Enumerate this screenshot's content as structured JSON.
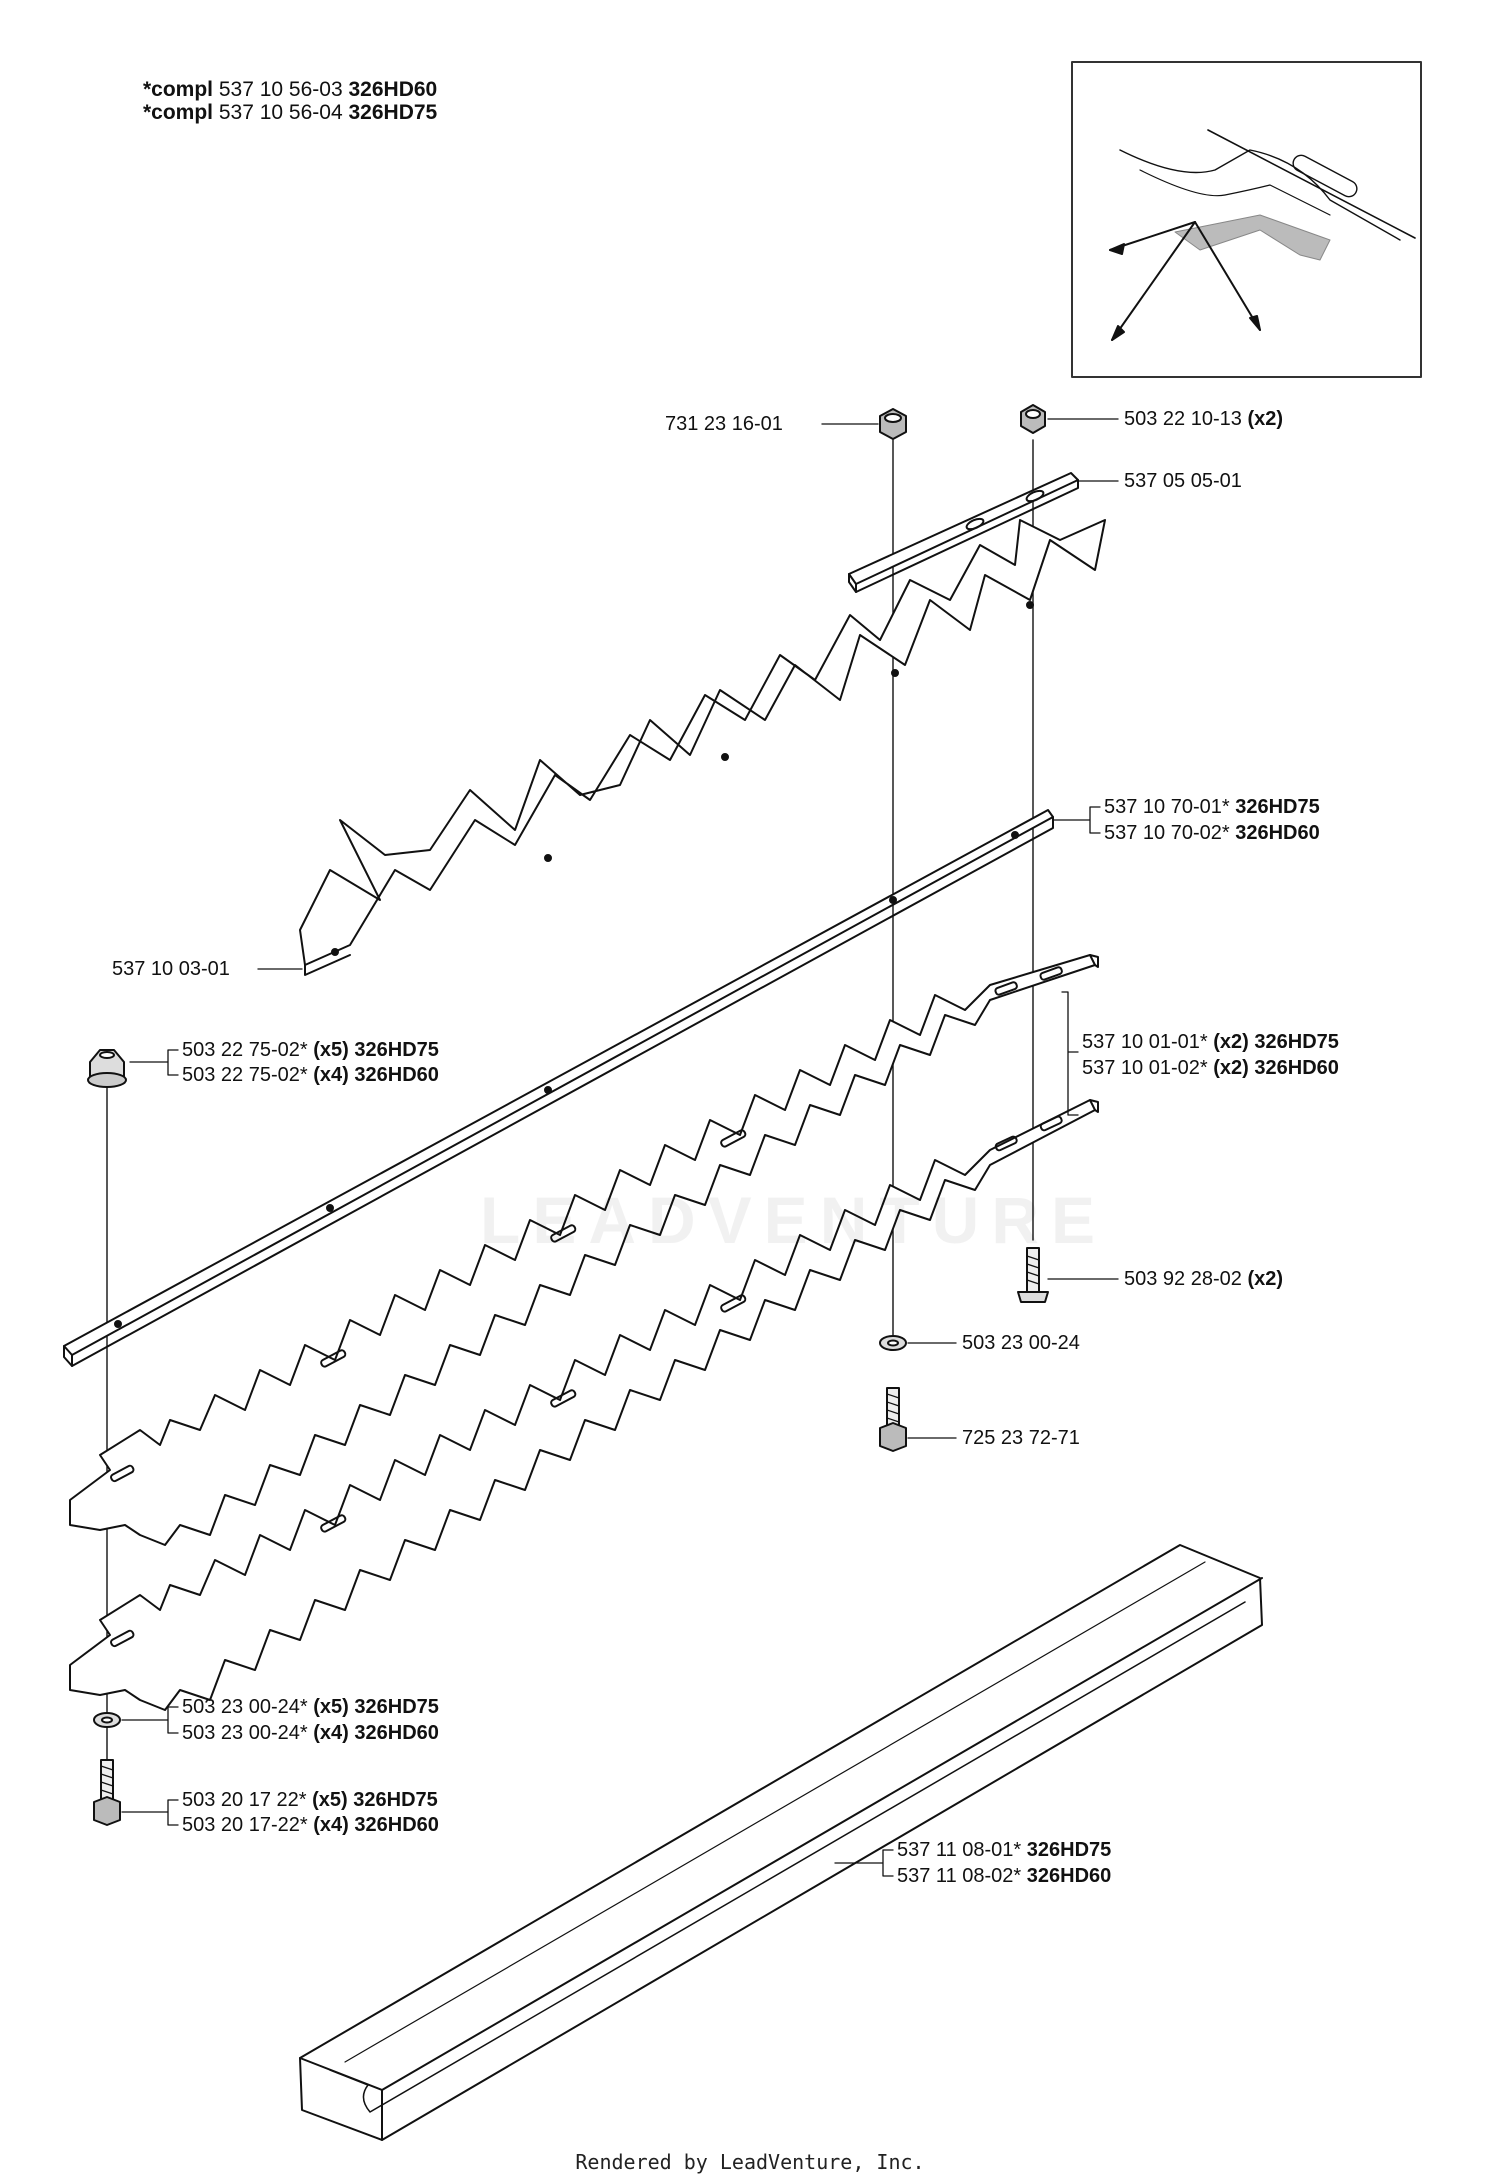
{
  "header": {
    "lines": [
      {
        "prefix": "*compl",
        "part": "537 10 56-03",
        "model": "326HD60"
      },
      {
        "prefix": "*compl",
        "part": "537 10 56-04",
        "model": "326HD75"
      }
    ]
  },
  "callouts": [
    {
      "id": "c1",
      "part": "731 23 16-01",
      "qty": "",
      "model": ""
    },
    {
      "id": "c2",
      "part": "503 22 10-13",
      "qty": "(x2)",
      "model": ""
    },
    {
      "id": "c3",
      "part": "537 05 05-01",
      "qty": "",
      "model": ""
    },
    {
      "id": "c4a",
      "part": "537 10 70-01*",
      "qty": "",
      "model": "326HD75"
    },
    {
      "id": "c4b",
      "part": "537 10 70-02*",
      "qty": "",
      "model": "326HD60"
    },
    {
      "id": "c5",
      "part": "537 10 03-01",
      "qty": "",
      "model": ""
    },
    {
      "id": "c6a",
      "part": "503 22 75-02*",
      "qty": "(x5)",
      "model": "326HD75"
    },
    {
      "id": "c6b",
      "part": "503 22 75-02*",
      "qty": "(x4)",
      "model": "326HD60"
    },
    {
      "id": "c7a",
      "part": "537 10 01-01*",
      "qty": "(x2)",
      "model": "326HD75"
    },
    {
      "id": "c7b",
      "part": "537 10 01-02*",
      "qty": "(x2)",
      "model": "326HD60"
    },
    {
      "id": "c8",
      "part": "503 92 28-02",
      "qty": "(x2)",
      "model": ""
    },
    {
      "id": "c9",
      "part": "503 23 00-24",
      "qty": "",
      "model": ""
    },
    {
      "id": "c10",
      "part": "725 23 72-71",
      "qty": "",
      "model": ""
    },
    {
      "id": "c11a",
      "part": "503 23 00-24*",
      "qty": "(x5)",
      "model": "326HD75"
    },
    {
      "id": "c11b",
      "part": "503 23 00-24*",
      "qty": "(x4)",
      "model": "326HD60"
    },
    {
      "id": "c12a",
      "part": "503 20 17 22*",
      "qty": "(x5)",
      "model": "326HD75"
    },
    {
      "id": "c12b",
      "part": "503 20 17-22*",
      "qty": "(x4)",
      "model": "326HD60"
    },
    {
      "id": "c13a",
      "part": "537 11 08-01*",
      "qty": "",
      "model": "326HD75"
    },
    {
      "id": "c13b",
      "part": "537 11 08-02*",
      "qty": "",
      "model": "326HD60"
    }
  ],
  "watermark": "LEADVENTURE",
  "footer": "Rendered by LeadVenture, Inc."
}
